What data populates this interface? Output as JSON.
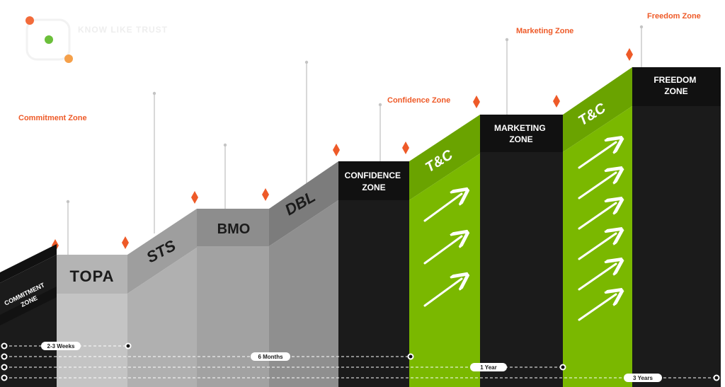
{
  "brand": {
    "logo_text": "KNOW LIKE TRUST",
    "dot_colors": [
      "#f26b3a",
      "#6bbf3a",
      "#f5a04a"
    ]
  },
  "colors": {
    "black": "#1b1b1b",
    "black_top": "#111111",
    "green": "#7ab800",
    "green_dark": "#5e9000",
    "gray_light": "#c2c2c2",
    "gray_mid": "#a6a6a6",
    "gray_dark": "#8c8c8c",
    "accent": "#ee5a28"
  },
  "callouts": {
    "commitment": "Commitment Zone",
    "confidence": "Confidence Zone",
    "marketing": "Marketing Zone",
    "freedom": "Freedom Zone"
  },
  "steps": {
    "commitment_line1": "COMMITMENT",
    "commitment_line2": "ZONE",
    "topa": "TOPA",
    "sts": "STS",
    "bmo": "BMO",
    "dbl": "DBL",
    "confidence_line1": "CONFIDENCE",
    "confidence_line2": "ZONE",
    "tc1": "T&C",
    "marketing_line1": "MARKETING",
    "marketing_line2": "ZONE",
    "tc2": "T&C",
    "freedom_line1": "FREEDOM",
    "freedom_line2": "ZONE"
  },
  "timeline": {
    "weeks": "2-3 Weeks",
    "months": "6 Months",
    "year": "1 Year",
    "years": "3 Years"
  }
}
